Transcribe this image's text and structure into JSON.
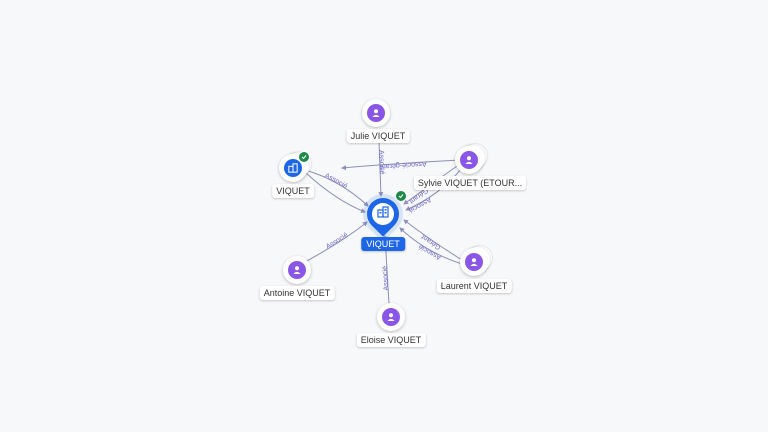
{
  "center": {
    "label": "VIQUET",
    "icon": "building-icon",
    "verified": true
  },
  "nodes": [
    {
      "id": "julie",
      "label": "Julie VIQUET",
      "type": "person",
      "icon": "person-icon"
    },
    {
      "id": "viquet_co",
      "label": "VIQUET",
      "type": "company",
      "icon": "building-icon",
      "verified": true
    },
    {
      "id": "sylvie",
      "label": "Sylvie VIQUET (ETOUR...",
      "type": "person",
      "icon": "person-icon"
    },
    {
      "id": "antoine",
      "label": "Antoine VIQUET",
      "type": "person",
      "icon": "person-icon"
    },
    {
      "id": "laurent",
      "label": "Laurent VIQUET",
      "type": "person",
      "icon": "person-icon"
    },
    {
      "id": "eloise",
      "label": "Eloise VIQUET",
      "type": "person",
      "icon": "person-icon"
    }
  ],
  "edges": [
    {
      "id": "e1",
      "label": "Associé",
      "from": "julie"
    },
    {
      "id": "e2",
      "label": "Associé-gérant",
      "from": "sylvie",
      "to": "viquet_co"
    },
    {
      "id": "e3",
      "label": "Associé",
      "from": "viquet_co"
    },
    {
      "id": "e4",
      "label": "Associé",
      "from": "antoine"
    },
    {
      "id": "e5",
      "label": "Associé",
      "from": "eloise"
    },
    {
      "id": "e6",
      "label": "Gérant",
      "from": "laurent"
    },
    {
      "id": "e7",
      "label": "Associé",
      "from": "laurent"
    },
    {
      "id": "e8",
      "label": "Gérant",
      "from": "sylvie"
    },
    {
      "id": "e9",
      "label": "Associé",
      "from": "sylvie"
    }
  ],
  "colors": {
    "person": "#8a56e8",
    "company": "#1e66e8",
    "verified": "#1d8a4a",
    "edge": "#8e8fb8",
    "edge_label": "#6f63c9"
  }
}
